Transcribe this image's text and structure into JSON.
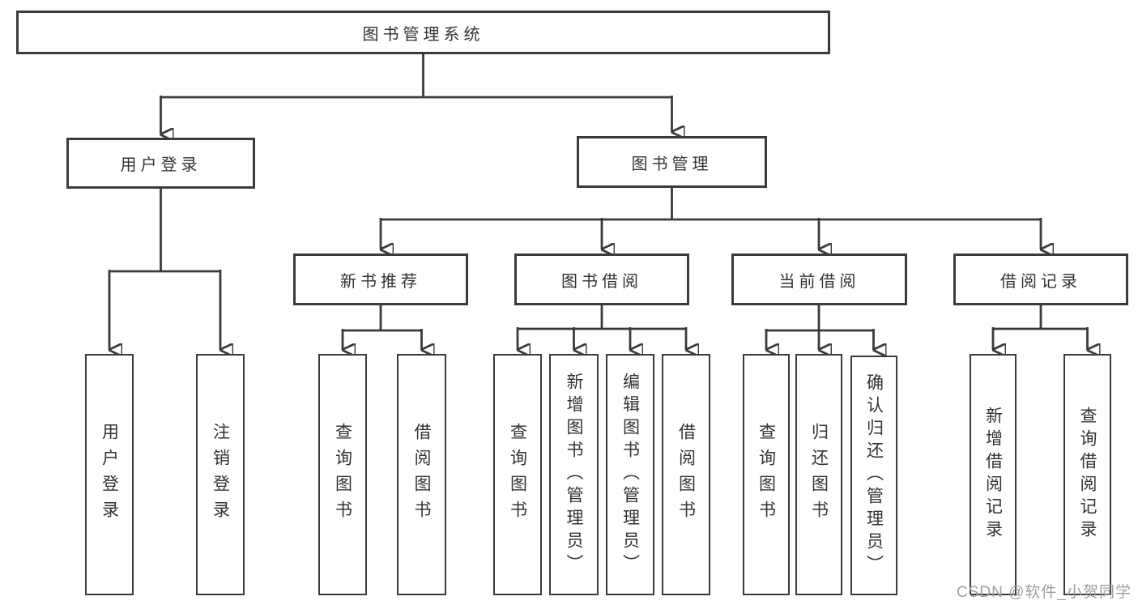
{
  "tree": {
    "root": {
      "label": "图书管理系统"
    },
    "branches": [
      {
        "label": "用户登录",
        "leaves": [
          {
            "label": "用户登录"
          },
          {
            "label": "注销登录"
          }
        ]
      },
      {
        "label": "图书管理",
        "children": [
          {
            "label": "新书推荐",
            "leaves": [
              {
                "label": "查询图书"
              },
              {
                "label": "借阅图书"
              }
            ]
          },
          {
            "label": "图书借阅",
            "leaves": [
              {
                "label": "查询图书"
              },
              {
                "label": "新增图书（管理员）"
              },
              {
                "label": "编辑图书（管理员）"
              },
              {
                "label": "借阅图书"
              }
            ]
          },
          {
            "label": "当前借阅",
            "leaves": [
              {
                "label": "查询图书"
              },
              {
                "label": "归还图书"
              },
              {
                "label": "确认归还（管理员）"
              }
            ]
          },
          {
            "label": "借阅记录",
            "leaves": [
              {
                "label": "新增借阅记录"
              },
              {
                "label": "查询借阅记录"
              }
            ]
          }
        ]
      }
    ]
  },
  "watermark": {
    "text": "CSDN @软件_小贺同学",
    "color": "#9e9e9e"
  },
  "colors": {
    "background": "#ffffff",
    "line": "#3b3b3b",
    "box_border": "#3b3b3b",
    "text": "#333333"
  }
}
